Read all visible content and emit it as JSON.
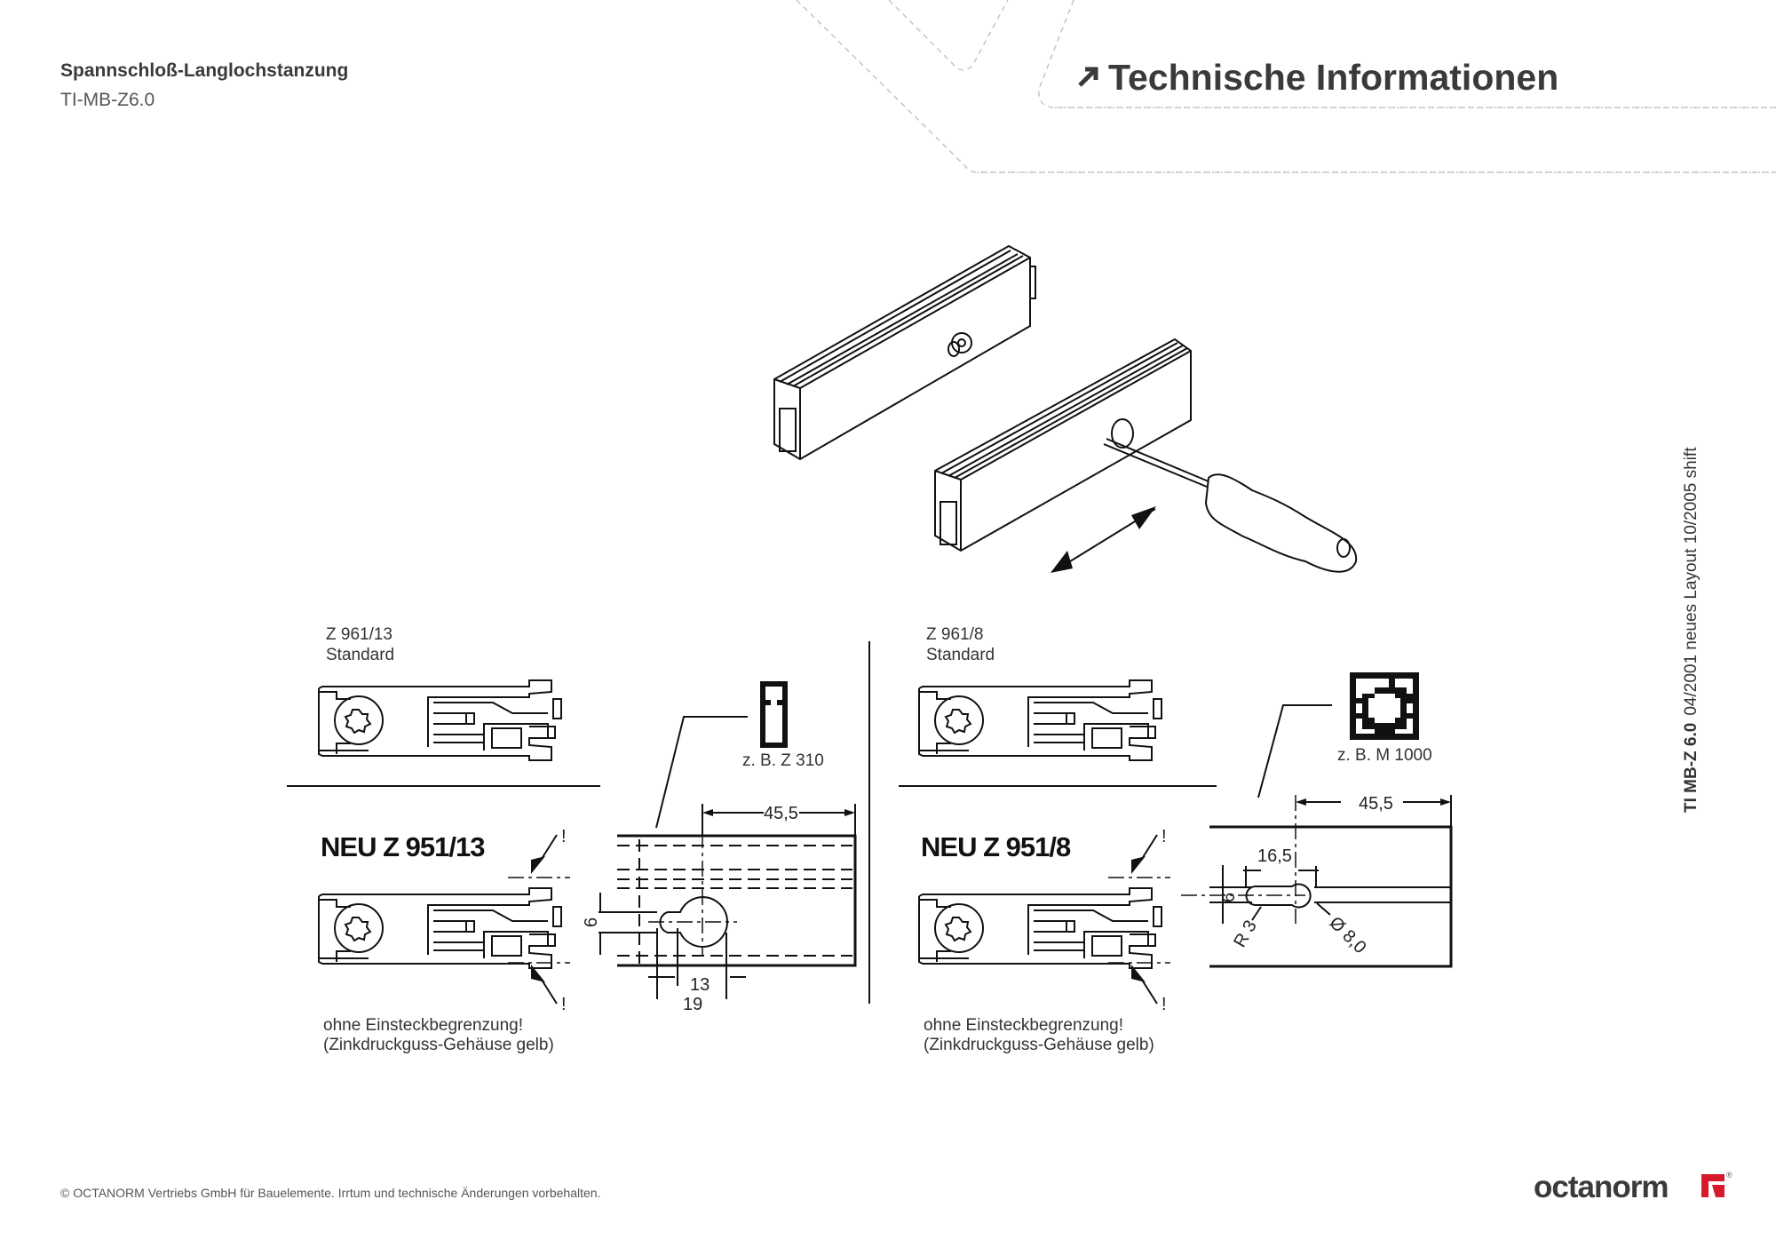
{
  "header": {
    "title": "Spannschloß-Langlochstanzung",
    "subtitle": "TI-MB-Z6.0",
    "section_title": "Technische Informationen",
    "section_icon": "arrow-up-right-icon"
  },
  "side_note": {
    "code": "TI MB-Z 6.0",
    "info": "04/2001  neues Layout 10/2005 shift"
  },
  "left": {
    "standard_code": "Z 961/13",
    "standard_label": "Standard",
    "new_title": "NEU Z 951/13",
    "profile_label": "z. B. Z 310",
    "exclamation": "!",
    "dims": {
      "width": "45,5",
      "slot": "13",
      "total": "19",
      "height": "6"
    },
    "note_line1": "ohne Einsteckbegrenzung!",
    "note_line2": "(Zinkdruckguss-Gehäuse gelb)"
  },
  "right": {
    "standard_code": "Z 961/8",
    "standard_label": "Standard",
    "new_title": "NEU Z 951/8",
    "profile_label": "z. B. M 1000",
    "exclamation": "!",
    "dims": {
      "width": "45,5",
      "offset": "16,5",
      "height": "6",
      "radius": "R 3",
      "diameter": "Ø 8,0"
    },
    "note_line1": "ohne Einsteckbegrenzung!",
    "note_line2": "(Zinkdruckguss-Gehäuse gelb)"
  },
  "footer": {
    "copyright": "© OCTANORM Vertriebs GmbH für Bauelemente. Irrtum und technische Änderungen vorbehalten.",
    "logo_text": "octanorm",
    "logo_mark": "®"
  },
  "colors": {
    "text": "#3a3a3a",
    "brand_red": "#d7192d",
    "line": "#111111"
  }
}
